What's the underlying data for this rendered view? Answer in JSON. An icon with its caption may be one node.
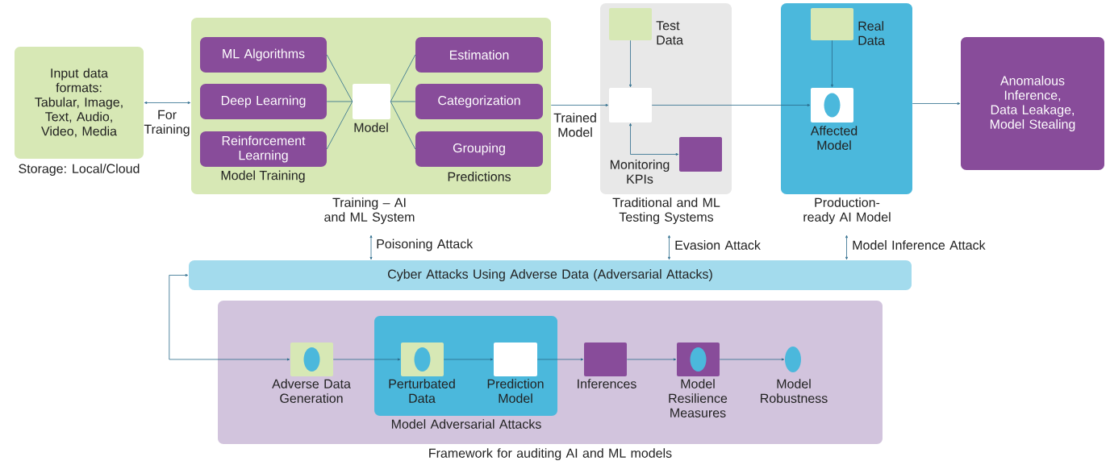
{
  "diagram": {
    "nodes": [
      {
        "text": [
          "Input data formats: Tabular, Image, Text, Audio, Video, Media"
        ],
        "beside": [
          "Storage: Local/Cloud"
        ]
      },
      {
        "text": [
          "Training – AI and ML System"
        ]
      },
      {
        "text": [
          "ML Algorithms"
        ],
        "in": 1
      },
      {
        "text": [
          "Deep Learning"
        ],
        "in": 1
      },
      {
        "text": [
          "Reinforcement Learning"
        ],
        "in": 1
      },
      {
        "text": [
          "Model"
        ],
        "in": 1
      },
      {
        "text": [
          "Estimation"
        ],
        "in": 1
      },
      {
        "text": [
          "Categorization"
        ],
        "in": 1
      },
      {
        "text": [
          "Grouping"
        ],
        "in": 1
      },
      {
        "text": [
          "Traditional and ML Testing Systems"
        ]
      },
      {
        "text": [
          "Test Data"
        ],
        "in": 9
      },
      {
        "text": [],
        "shape": "box",
        "in": 9
      },
      {
        "text": [],
        "shape": "box",
        "in": 9
      },
      {
        "text": [
          "Production-ready AI Model"
        ]
      },
      {
        "text": [
          "Real Data"
        ],
        "in": 13
      },
      {
        "text": [
          "Affected Model"
        ],
        "in": 13
      },
      {
        "text": [
          "Anomalous Inference, Data Leakage, Model Stealing"
        ]
      },
      {
        "text": [
          "Cyber Attacks Using Adverse Data (Adversarial Attacks)"
        ]
      },
      {
        "text": [
          "Framework for auditing AI and ML models"
        ]
      },
      {
        "text": [
          "Adverse Data Generation"
        ],
        "in": 18
      },
      {
        "text": [
          "Model Adversarial Attacks"
        ],
        "in": 18
      },
      {
        "text": [
          "Perturbated Data"
        ],
        "in": 20
      },
      {
        "text": [
          "Prediction Model"
        ],
        "in": 20
      },
      {
        "text": [
          "Inferences"
        ],
        "in": 18
      },
      {
        "text": [
          "Model Resilience Measures"
        ],
        "in": 18
      },
      {
        "text": [
          "Model Robustness"
        ],
        "in": 18
      }
    ],
    "edges": [
      {
        "from": 0,
        "to": 1,
        "arrow": "both",
        "label": "For Training"
      },
      {
        "from": 2,
        "to": 5,
        "arrow": "none"
      },
      {
        "from": 3,
        "to": 5,
        "arrow": "none"
      },
      {
        "from": 4,
        "to": 5,
        "arrow": "none"
      },
      {
        "from": 5,
        "to": 6,
        "arrow": "none"
      },
      {
        "from": 5,
        "to": 7,
        "arrow": "none"
      },
      {
        "from": 5,
        "to": 8,
        "arrow": "none"
      },
      {
        "from": 1,
        "to": 11,
        "arrow": "to",
        "label": "Trained Model"
      },
      {
        "from": 10,
        "to": 11,
        "arrow": "to"
      },
      {
        "from": 11,
        "to": 12,
        "arrow": "both",
        "label": "Monitoring KPIs"
      },
      {
        "from": 11,
        "to": 15,
        "arrow": "to"
      },
      {
        "from": 14,
        "to": 15,
        "arrow": "to"
      },
      {
        "from": 13,
        "to": 16,
        "arrow": "to"
      },
      {
        "from": 1,
        "to": 17,
        "arrow": "both",
        "label": "Poisoning Attack"
      },
      {
        "from": 9,
        "to": 17,
        "arrow": "both",
        "label": "Evasion Attack"
      },
      {
        "from": 13,
        "to": 17,
        "arrow": "both",
        "label": "Model Inference Attack"
      },
      {
        "from": 17,
        "to": 19,
        "arrow": "both"
      },
      {
        "from": 19,
        "to": 21,
        "arrow": "to"
      },
      {
        "from": 21,
        "to": 22,
        "arrow": "to"
      },
      {
        "from": 22,
        "to": 23,
        "arrow": "to"
      },
      {
        "from": 23,
        "to": 24,
        "arrow": "to"
      },
      {
        "from": 24,
        "to": 25,
        "arrow": "to"
      }
    ],
    "labels": [
      "Model Training",
      "Predictions"
    ]
  }
}
